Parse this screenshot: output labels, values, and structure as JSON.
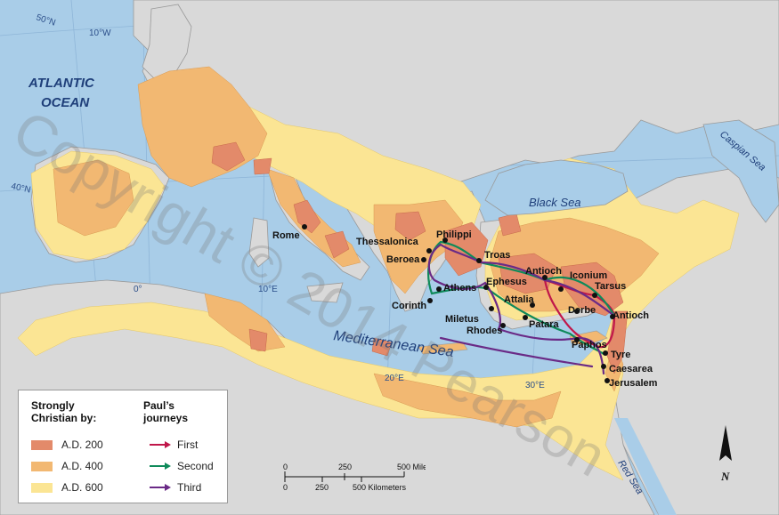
{
  "oceans": {
    "atlantic_line1": "ATLANTIC",
    "atlantic_line2": "OCEAN"
  },
  "seas": {
    "mediterranean": "Mediterranean Sea",
    "black": "Black Sea",
    "caspian": "Caspian Sea",
    "red": "Red Sea"
  },
  "grid_labels": {
    "lat50": "50°N",
    "lon10w": "10°W",
    "lat40": "40°N",
    "lon0": "0°",
    "lon10e": "10°E",
    "lon20e": "20°E",
    "lon30e": "30°E"
  },
  "cities": {
    "rome": "Rome",
    "thessalonica": "Thessalonica",
    "philippi": "Philippi",
    "beroea": "Beroea",
    "troas": "Troas",
    "athens": "Athens",
    "corinth": "Corinth",
    "ephesus": "Ephesus",
    "antioch_pisidia": "Antioch",
    "iconium": "Iconium",
    "tarsus": "Tarsus",
    "attalia": "Attalia",
    "derbe": "Derbe",
    "antioch_syria": "Antioch",
    "miletus": "Miletus",
    "rhodes": "Rhodes",
    "patara": "Patara",
    "paphos": "Paphos",
    "tyre": "Tyre",
    "caesarea": "Caesarea",
    "jerusalem": "Jerusalem"
  },
  "legend": {
    "christian_title_line1": "Strongly",
    "christian_title_line2": "Christian by:",
    "journeys_title_line1": "Paul’s",
    "journeys_title_line2": "journeys",
    "periods": [
      {
        "label": "A.D. 200",
        "color": "#e38a6a"
      },
      {
        "label": "A.D. 400",
        "color": "#f2b872"
      },
      {
        "label": "A.D. 600",
        "color": "#fbe594"
      }
    ],
    "journeys": [
      {
        "label": "First",
        "color": "#c0174a"
      },
      {
        "label": "Second",
        "color": "#0f8a5a"
      },
      {
        "label": "Third",
        "color": "#6a2a86"
      }
    ]
  },
  "scale": {
    "miles_zero": "0",
    "miles_mid": "250",
    "miles_end": "500 Miles",
    "km_zero": "0",
    "km_mid": "250",
    "km_end": "500 Kilometers"
  },
  "compass": {
    "north": "N"
  },
  "watermark": "Copyright © 2014 Pearson",
  "colors": {
    "water": "#a9cde8",
    "land": "#d9d9d9",
    "ad200": "#e38a6a",
    "ad400": "#f2b872",
    "ad600": "#fbe594"
  }
}
